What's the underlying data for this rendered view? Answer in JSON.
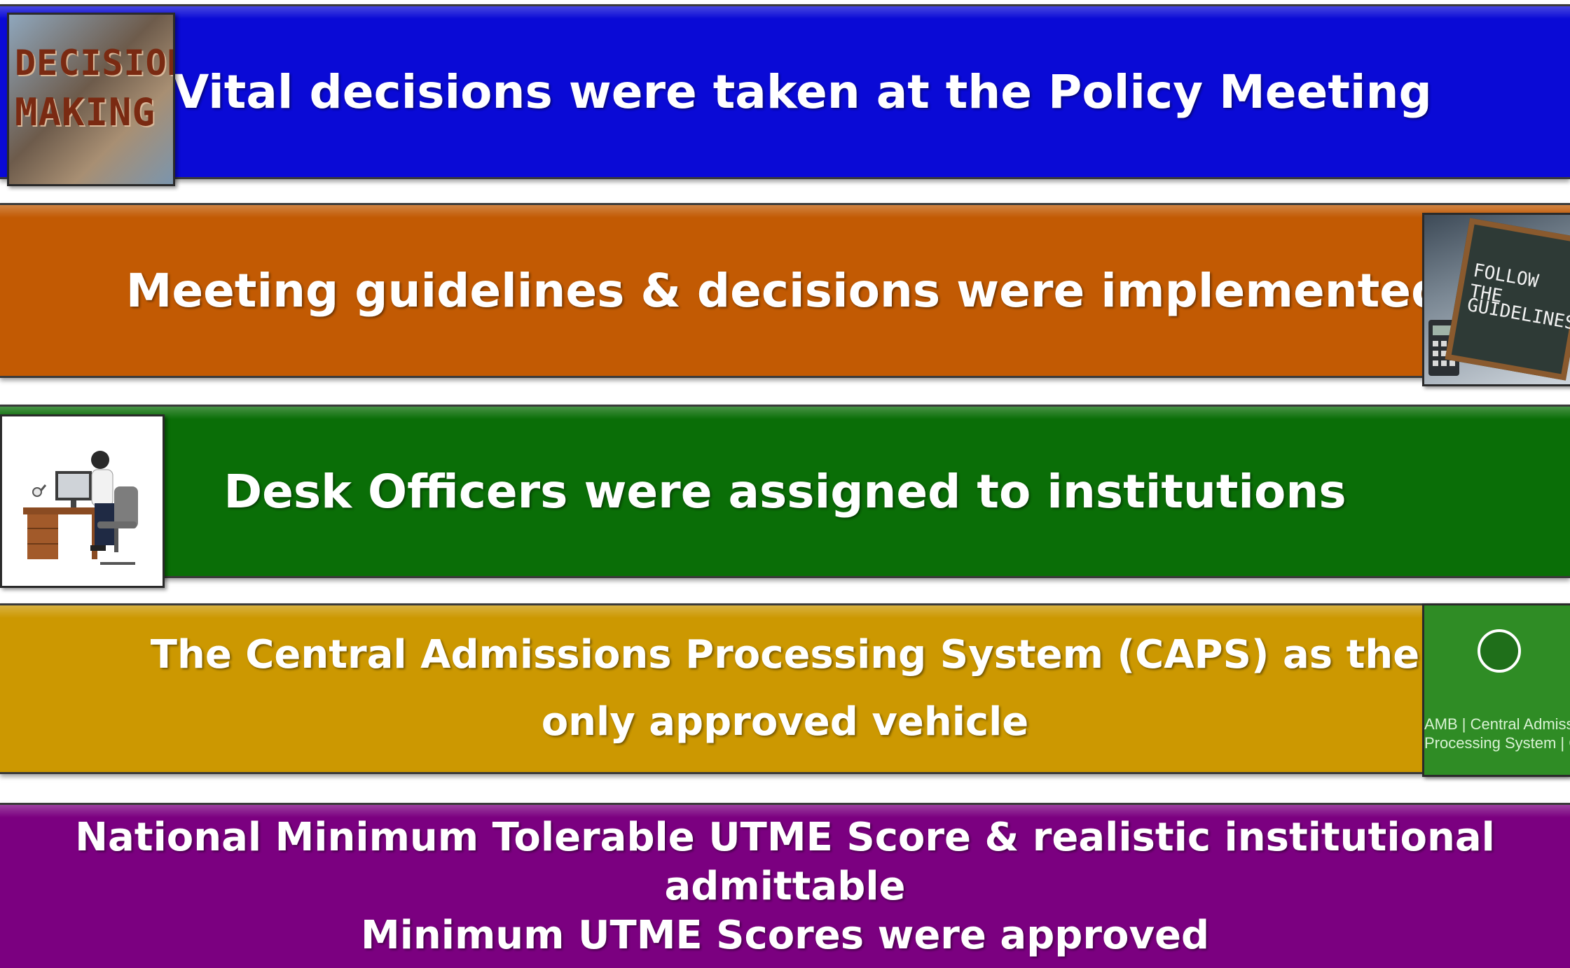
{
  "bands": [
    {
      "text": "Vital decisions were taken at the Policy Meeting",
      "color": "#0a0ad6"
    },
    {
      "text": "Meeting guidelines & decisions were implemented",
      "color": "#c25a03"
    },
    {
      "text": "Desk Officers were assigned to institutions",
      "color": "#0a6e07"
    },
    {
      "text": "The Central Admissions Processing System (CAPS) as the\nonly approved  vehicle",
      "color": "#cc9801"
    },
    {
      "text": "National Minimum Tolerable UTME Score & realistic institutional admittable\nMinimum UTME Scores were approved",
      "color": "#7b0080"
    }
  ],
  "images": {
    "decision_making": {
      "line1": "DECISION",
      "line2": "MAKING"
    },
    "guidelines": {
      "line1": "FOLLOW THE",
      "line2": "GUIDELINES"
    },
    "caps": {
      "line1": "AMB | Central Admissi",
      "line2": "Processing System | CA"
    }
  }
}
